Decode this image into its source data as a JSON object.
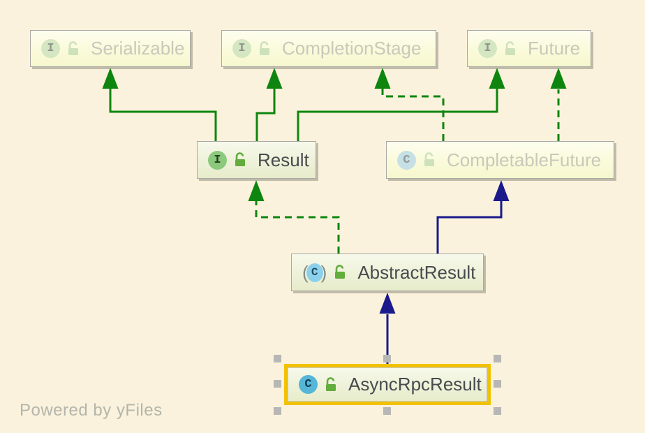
{
  "diagram": {
    "watermark": "Powered by yFiles",
    "background_color": "#FAF2DC",
    "edge_colors": {
      "inheritance_green": "#0E850E",
      "inheritance_navy": "#1A1A8C"
    },
    "selection_color": "#F2C100",
    "handle_color": "#B7B7B5",
    "nodes": [
      {
        "id": "serializable",
        "label": "Serializable",
        "kind": "interface",
        "external": true,
        "icon_letter": "I"
      },
      {
        "id": "completion-stage",
        "label": "CompletionStage",
        "kind": "interface",
        "external": true,
        "icon_letter": "I"
      },
      {
        "id": "future",
        "label": "Future",
        "kind": "interface",
        "external": true,
        "icon_letter": "I"
      },
      {
        "id": "result",
        "label": "Result",
        "kind": "interface",
        "external": false,
        "icon_letter": "I"
      },
      {
        "id": "completable-future",
        "label": "CompletableFuture",
        "kind": "class",
        "external": true,
        "icon_letter": "C"
      },
      {
        "id": "abstract-result",
        "label": "AbstractResult",
        "kind": "abstract-class",
        "external": false,
        "icon_letter": "C",
        "icon_paren_left": "(",
        "icon_paren_right": ")"
      },
      {
        "id": "async-rpc-result",
        "label": "AsyncRpcResult",
        "kind": "class",
        "external": false,
        "icon_letter": "C",
        "selected": true
      }
    ],
    "edges": [
      {
        "from": "Result",
        "to": "Serializable",
        "relation": "extends",
        "line": "solid",
        "color": "green"
      },
      {
        "from": "Result",
        "to": "CompletionStage",
        "relation": "extends",
        "line": "solid",
        "color": "green"
      },
      {
        "from": "Result",
        "to": "Future",
        "relation": "extends",
        "line": "solid",
        "color": "green"
      },
      {
        "from": "CompletableFuture",
        "to": "CompletionStage",
        "relation": "implements",
        "line": "dashed",
        "color": "green"
      },
      {
        "from": "CompletableFuture",
        "to": "Future",
        "relation": "implements",
        "line": "dashed",
        "color": "green"
      },
      {
        "from": "AbstractResult",
        "to": "Result",
        "relation": "implements",
        "line": "dashed",
        "color": "green"
      },
      {
        "from": "AbstractResult",
        "to": "CompletableFuture",
        "relation": "extends",
        "line": "solid",
        "color": "navy"
      },
      {
        "from": "AsyncRpcResult",
        "to": "AbstractResult",
        "relation": "extends",
        "line": "solid",
        "color": "navy"
      }
    ]
  }
}
